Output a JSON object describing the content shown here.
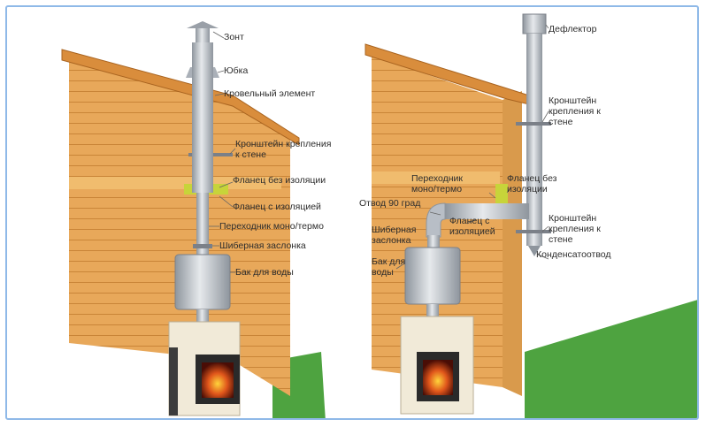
{
  "left_labels": {
    "zont": "Зонт",
    "yubka": "Юбка",
    "krovelny": "Кровельный элемент",
    "kronshtein": "Кронштейн крепления к стене",
    "flanets_bez": "Фланец без изоляции",
    "flanets_s": "Фланец с изоляцией",
    "perehodnik": "Переходник моно/термо",
    "shiber": "Шиберная заслонка",
    "bak": "Бак для воды"
  },
  "right_labels": {
    "deflektor": "Дефлектор",
    "kronshtein_top": "Кронштейн крепления к стене",
    "perehodnik": "Переходник моно/термо",
    "flanets_bez": "Фланец без изоляции",
    "otvod": "Отвод 90 град",
    "flanets_s": "Фланец с изоляцией",
    "shiber": "Шиберная заслонка",
    "kronshtein_bottom": "Кронштейн крепления к стене",
    "kondensat": "Конденсатоотвод",
    "bak": "Бак для воды"
  },
  "colors": {
    "wood": "#e8a85a",
    "wood_dark": "#c98538",
    "metal": "#b8bec6",
    "insulation": "#c7d43a",
    "grass": "#4ea340",
    "stove": "#f1ead8",
    "fire": "#e0561b"
  }
}
